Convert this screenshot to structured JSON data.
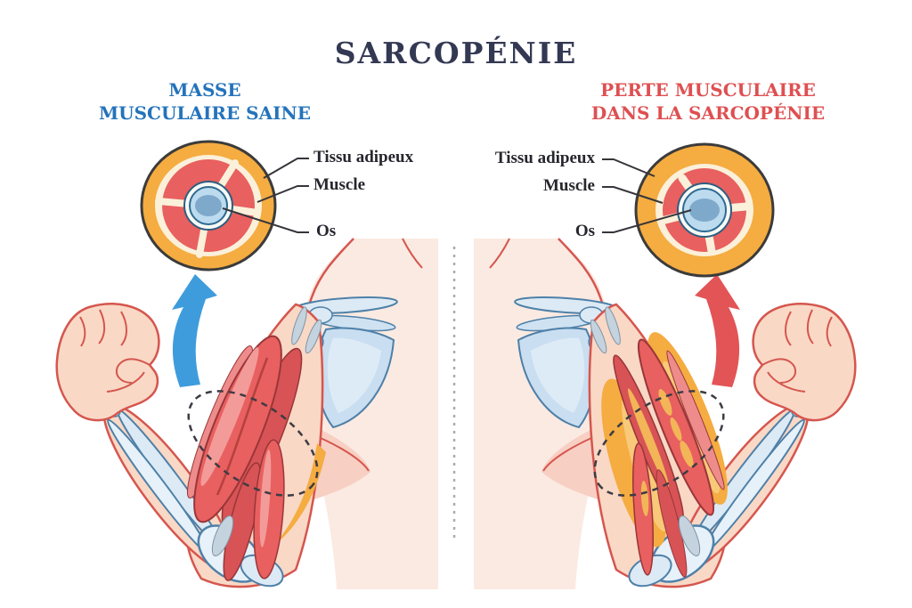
{
  "title": "SARCOPÉNIE",
  "panels": {
    "left": {
      "name": "healthy muscle mass",
      "heading": [
        "MASSE",
        "MUSCULAIRE SAINE"
      ],
      "heading_color": "#2473BB",
      "arrow_color": "#3E9CDC",
      "labels": {
        "adipose_tissue": "Tissu adipeux",
        "muscle": "Muscle",
        "bone": "Os"
      }
    },
    "right": {
      "name": "muscle loss in sarcopenia",
      "heading": [
        "PERTE MUSCULAIRE",
        "DANS LA SARCOPÉNIE"
      ],
      "heading_color": "#DE5052",
      "arrow_color": "#E25456",
      "labels": {
        "adipose_tissue": "Tissu adipeux",
        "muscle": "Muscle",
        "bone": "Os"
      }
    }
  },
  "icons": {
    "left_arrow": "up-arrow-icon-blue",
    "right_arrow": "up-arrow-icon-red",
    "divider": "vertical-dashed-divider",
    "dashed_ellipse": "biopsy-region-dashed-ellipse"
  },
  "colors": {
    "title_navy": "#333853",
    "heading_blue": "#2473BB",
    "heading_red": "#DE5052",
    "label_dark": "#26262E",
    "connector": "#35353B",
    "dashed": "#3C3C44",
    "divider": "#ABABAB",
    "arrow_blue": "#3E9CDC",
    "arrow_red": "#E25456",
    "muscle_red": "#E8605F",
    "muscle_deep": "#D85355",
    "muscle_light": "#EE8C8C",
    "muscle_outline": "#993639",
    "fat_orange": "#F5AC40",
    "fat_light": "#F8C979",
    "cream": "#FBF0DA",
    "bone_fill": "#DCEAF5",
    "bone_shade": "#C9DEF0",
    "bone_line": "#4E80A8",
    "bone_ring": "#BCDBEF",
    "bone_core": "#7FA9CB",
    "skin": "#F9D8C6",
    "skin_light": "#FBEAE2",
    "skin_line": "#D5564E",
    "circle_outline": "#3B3B3B"
  }
}
